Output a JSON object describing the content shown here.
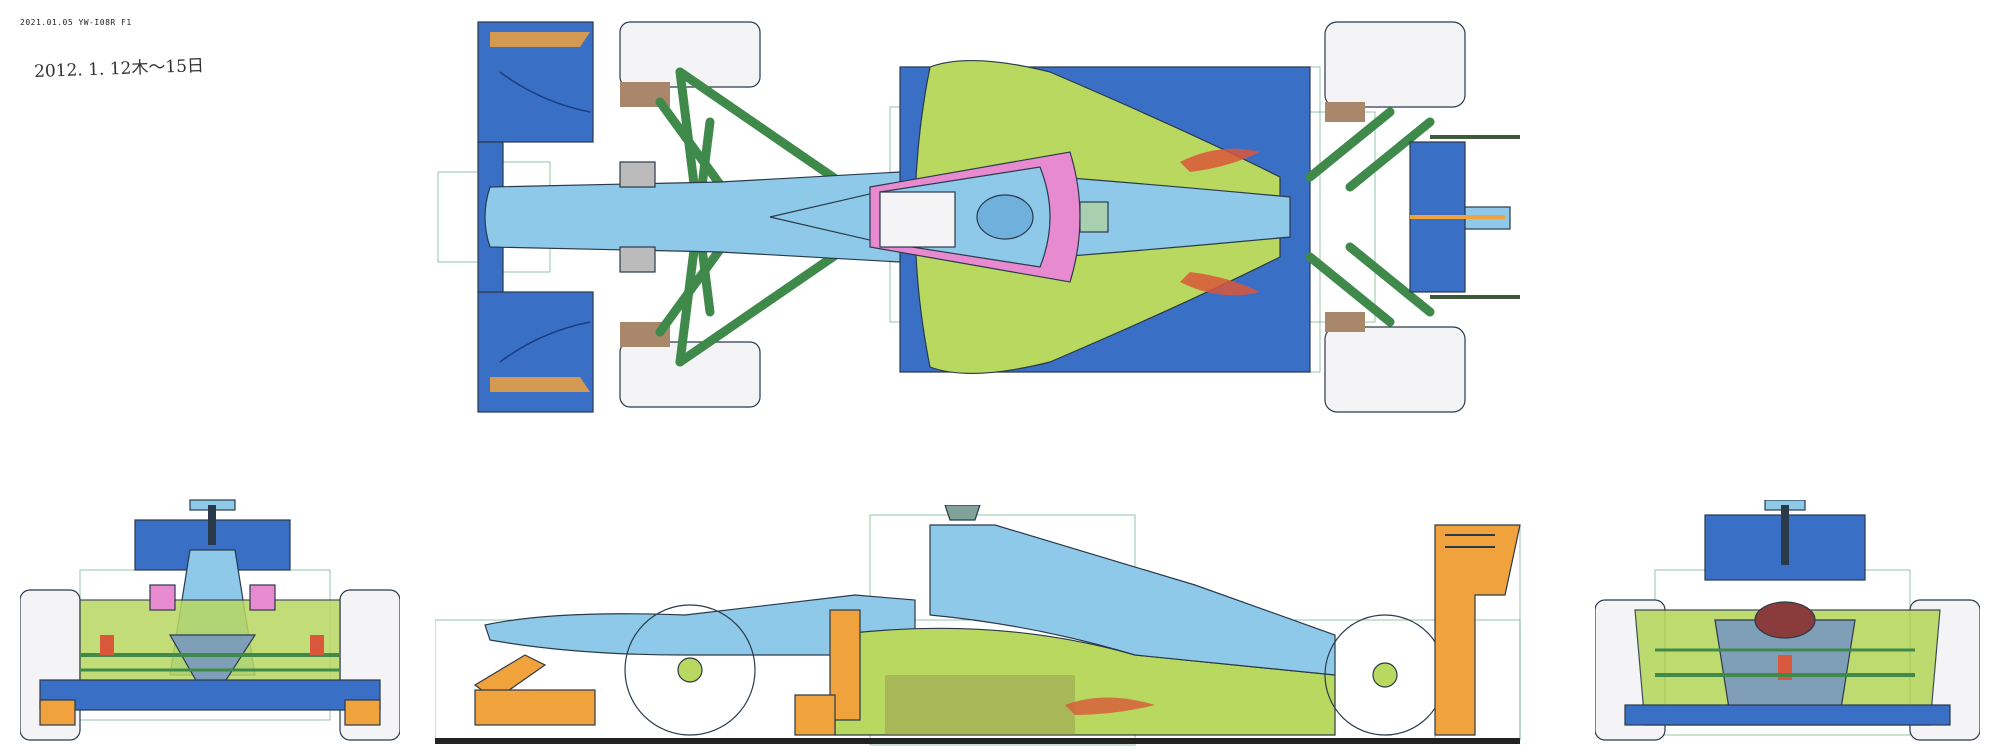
{
  "header": {
    "stamp_text": "2021.01.05  YW-I08R  F1",
    "handwritten_note": "2012. 1. 12木～15日"
  },
  "colors": {
    "body_light_blue": "#8ec9ea",
    "wing_dark_blue": "#3a6fc6",
    "sidepod_yellow_green": "#b8d860",
    "suspension_green": "#3f8a4a",
    "accent_orange": "#f0a23c",
    "cockpit_pink": "#e88ad0",
    "exhaust_red": "#d9573a",
    "tire_white": "#f4f4f6",
    "guide_line": "#5aa67a",
    "floor_black": "#222222"
  },
  "views": [
    "top-view",
    "front-view",
    "side-view",
    "rear-view"
  ]
}
